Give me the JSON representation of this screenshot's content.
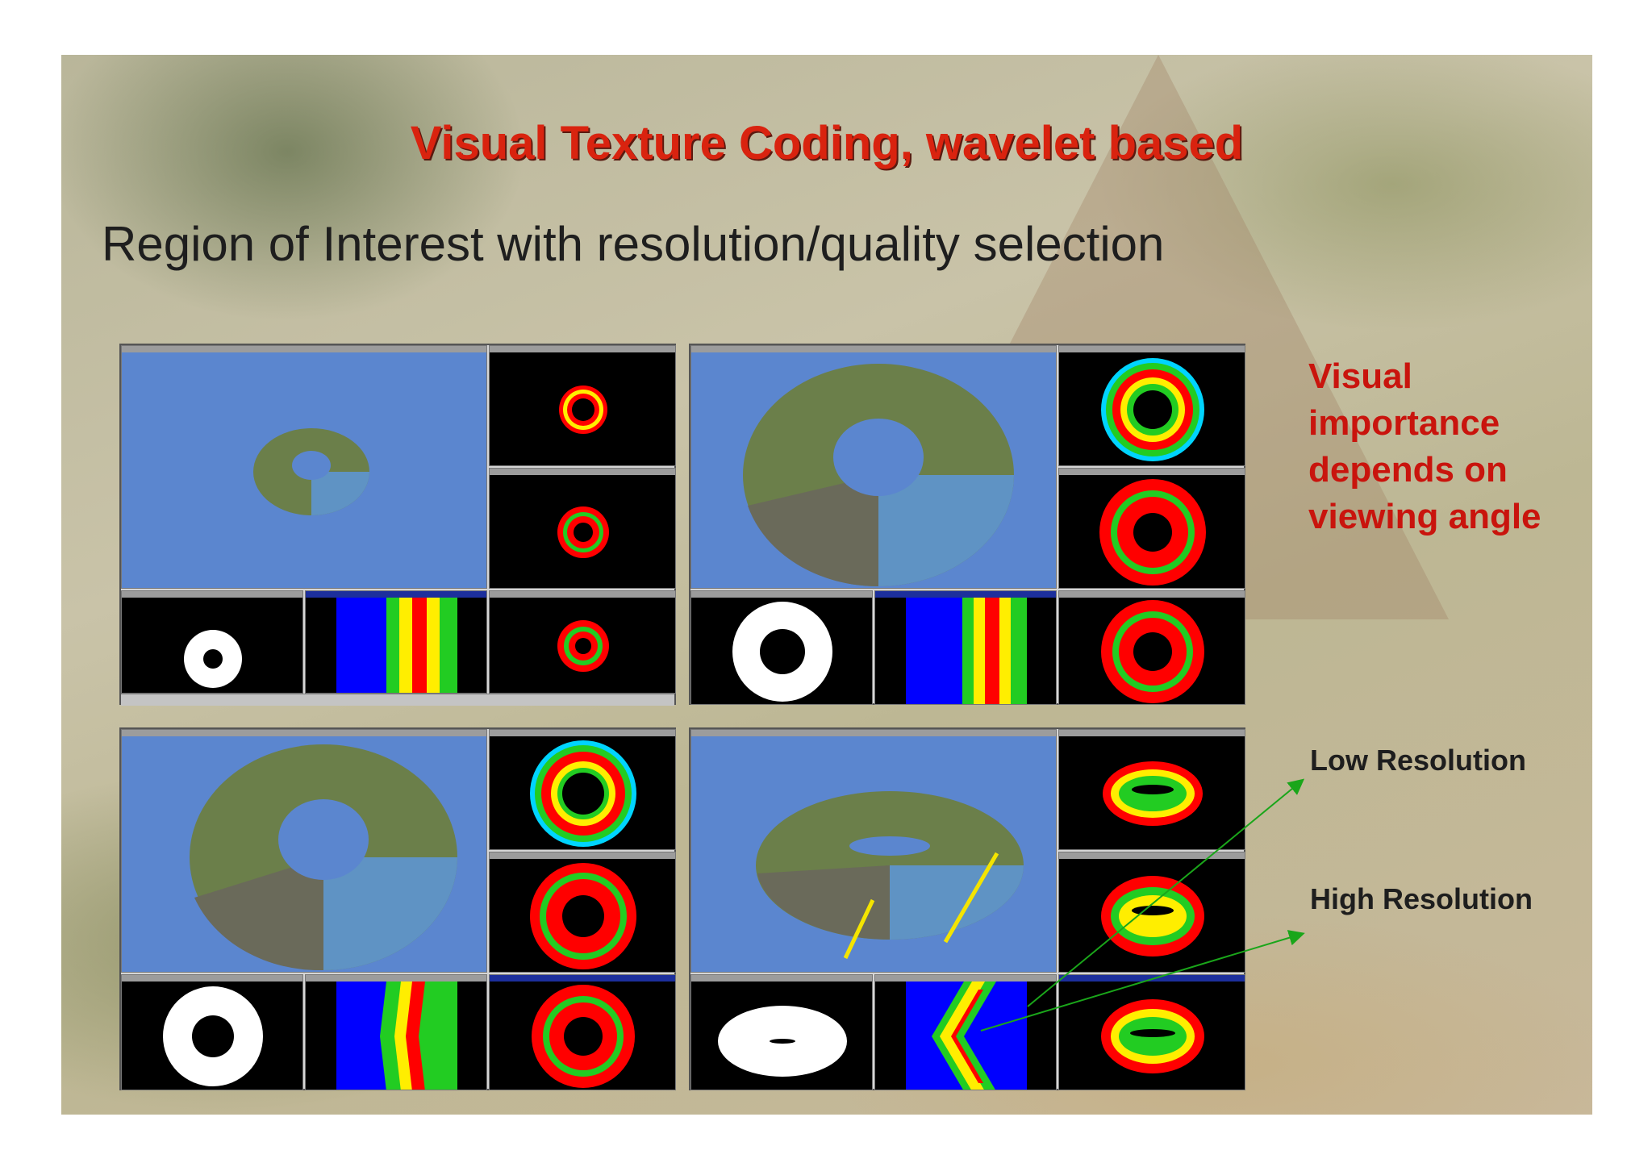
{
  "slide": {
    "title": "Visual Texture Coding, wavelet based",
    "subtitle": "Region of Interest with resolution/quality selection",
    "side_note": "Visual importance depends on viewing angle",
    "labels": {
      "low": "Low Resolution",
      "high": "High Resolution"
    }
  },
  "colors": {
    "title": "#d9230f",
    "side_note": "#c9140d",
    "view_background": "#5b86cf",
    "arrow_green": "#1aa61a",
    "arrow_yellow": "#f4e400"
  }
}
